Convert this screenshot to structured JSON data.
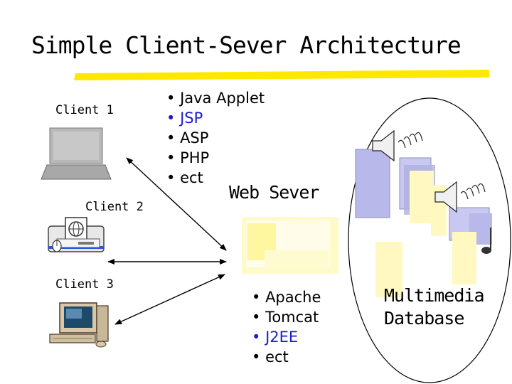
{
  "title": "Simple Client-Sever Architecture",
  "clients": [
    {
      "label": "Client 1"
    },
    {
      "label": "Client 2"
    },
    {
      "label": "Client 3"
    }
  ],
  "client_tech": [
    "Java Applet",
    "JSP",
    "ASP",
    "PHP",
    "ect"
  ],
  "web_server": {
    "label": "Web Sever",
    "software": [
      "Apache",
      "Tomcat",
      "J2EE",
      "ect"
    ]
  },
  "database": {
    "label_line1": "Multimedia",
    "label_line2": "Database"
  },
  "colors": {
    "title_underline": "#ffe800",
    "server_fill": "#fffbc8",
    "doc_blue": "#c8c8f0",
    "doc_yellow": "#fff8c0",
    "highlight_text": "#1c1ccc"
  }
}
